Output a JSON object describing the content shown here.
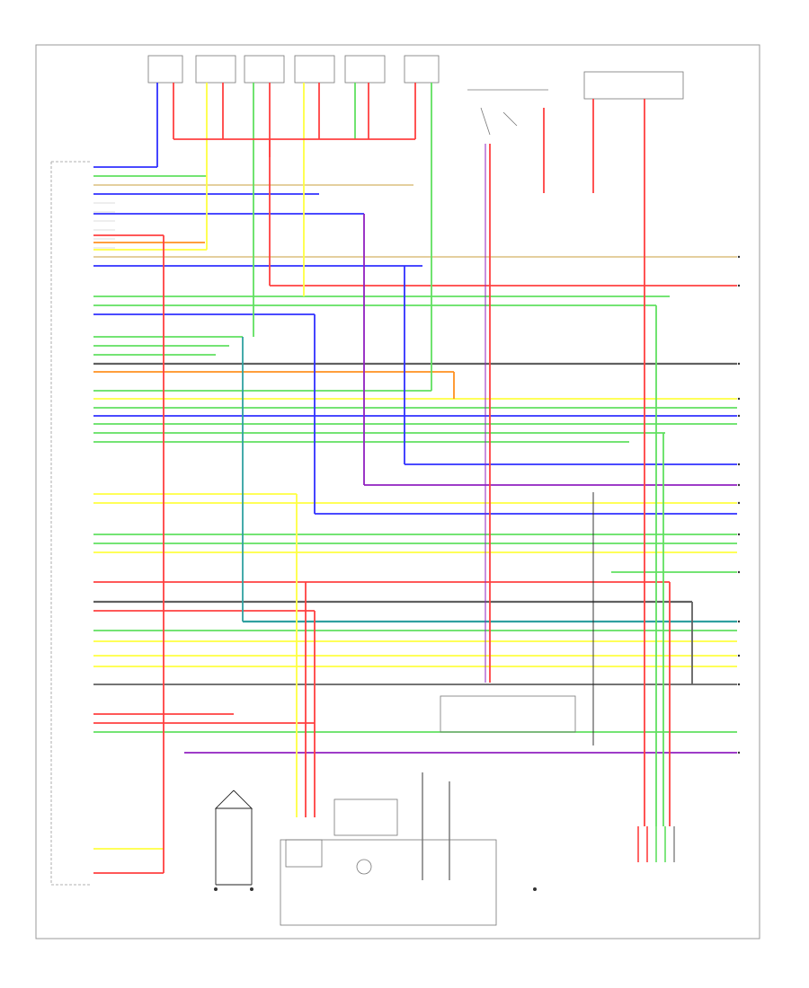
{
  "diagram": {
    "colors": {
      "red": "#ff4040",
      "green": "#60e060",
      "blue": "#3030ff",
      "yellow": "#ffff40",
      "orange": "#ff9020",
      "purple": "#9020c0",
      "grey": "#606060",
      "tan": "#e0c890",
      "teal": "#30a0a0",
      "black": "#222222",
      "frame": "#999999"
    },
    "components": {
      "injectors": [
        {
          "id": "inj1"
        },
        {
          "id": "inj2"
        },
        {
          "id": "inj3"
        },
        {
          "id": "inj4"
        },
        {
          "id": "inj5"
        },
        {
          "id": "inj6"
        }
      ],
      "ecm_label": "",
      "bottom_left_label": "",
      "footer_code": "",
      "fuse_box_label": "",
      "sensor_labels": []
    },
    "note": ""
  }
}
